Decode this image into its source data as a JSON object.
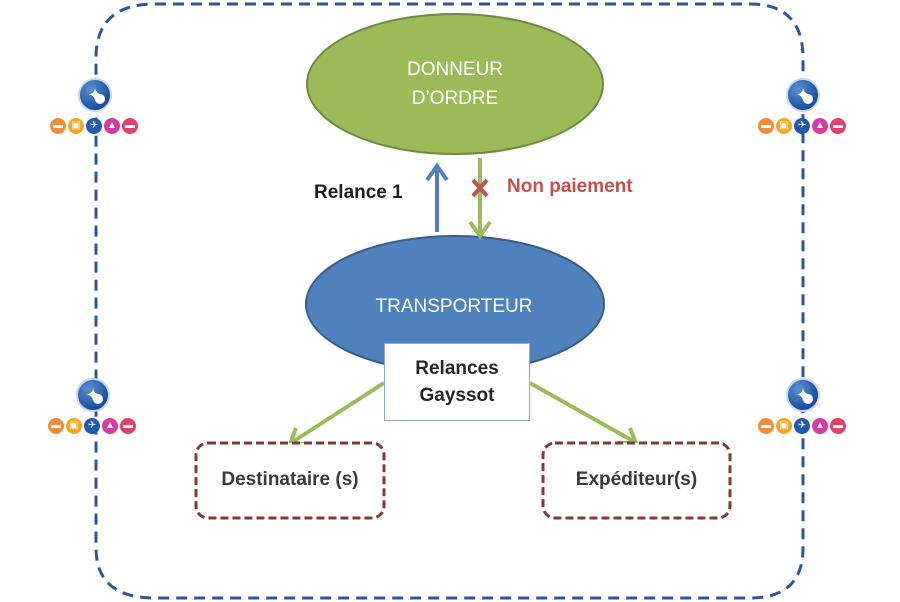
{
  "nodes": {
    "donneur_line1": "DONNEUR",
    "donneur_line2": "D’ORDRE",
    "transporteur": "TRANSPORTEUR",
    "relances_line1": "Relances",
    "relances_line2": "Gayssot",
    "destinataire": "Destinataire (s)",
    "expediteur": "Expéditeur(s)"
  },
  "edges": {
    "relance1": "Relance 1",
    "non_paiement": "Non paiement",
    "cross_mark": "X"
  },
  "colors": {
    "frame": "#2f5597",
    "donneur_fill": "#9bbb59",
    "donneur_stroke": "#71893f",
    "transporteur_fill": "#4f81bd",
    "transporteur_stroke": "#385d8a",
    "arrow_up": "#4f81bd",
    "arrow_green": "#9bbb59",
    "party_border": "#7f3a3a",
    "cross": "#c0504d"
  },
  "icons": {
    "satellite": "satellite-icon",
    "transport_modes": [
      "truck-icon",
      "bus-icon",
      "plane-icon",
      "ship-icon",
      "van-icon"
    ],
    "transport_colors": [
      "#f08c3c",
      "#f5a623",
      "#1e5bb0",
      "#d63ca0",
      "#e0406a"
    ]
  }
}
